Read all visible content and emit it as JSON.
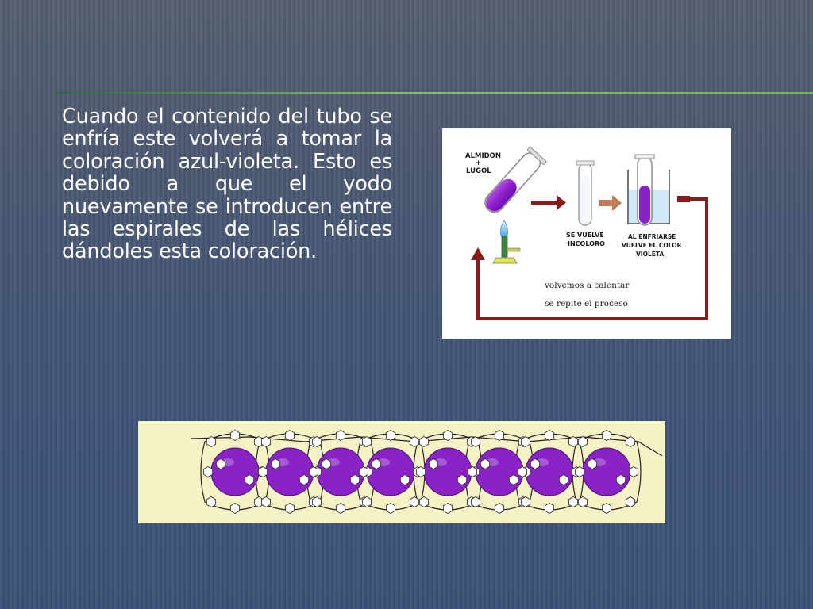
{
  "slide": {
    "body_text": "Cuando el contenido del tubo se enfría este volverá a tomar la coloración azul-violeta. Esto es debido a que el yodo nuevamente se introducen entre las espirales de las hélices dándoles esta coloración."
  },
  "diagram": {
    "label_almidon": "ALMIDON",
    "label_plus": "+",
    "label_lugol": "LUGOL",
    "label_vuelve_1": "SE VUELVE",
    "label_vuelve_2": "INCOLORO",
    "label_enfriar_1": "AL ENFRIARSE",
    "label_enfriar_2": "VUELVE EL COLOR",
    "label_enfriar_3": "VIOLETA",
    "caption_1": "volvemos a calentar",
    "caption_2": "se repite el proceso"
  },
  "colors": {
    "background": "#3f5477",
    "accent_line": "#7fc24a",
    "arrow": "#8b1a1a",
    "violet": "#8a22c8",
    "helix_panel": "#f5f2c6"
  }
}
